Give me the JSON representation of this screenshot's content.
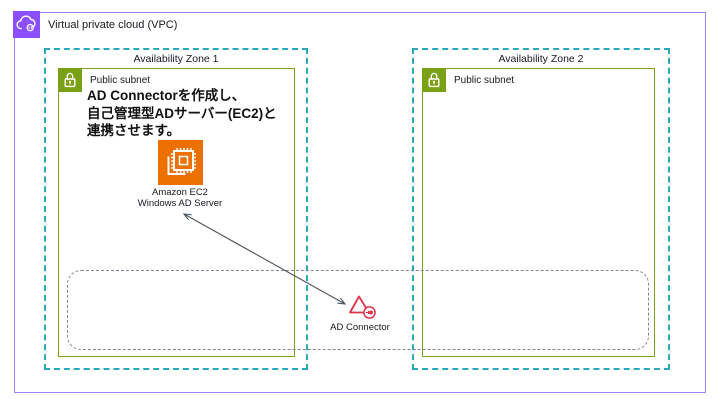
{
  "vpc": {
    "label": "Virtual private cloud (VPC)"
  },
  "zones": [
    {
      "label": "Availability Zone 1",
      "subnet_label": "Public subnet"
    },
    {
      "label": "Availability Zone 2",
      "subnet_label": "Public subnet"
    }
  ],
  "annotation": {
    "lines": [
      "AD Connectorを作成し、",
      "自己管理型ADサーバー(EC2)と",
      "連携させます。"
    ]
  },
  "ec2": {
    "name": "Amazon EC2",
    "role": "Windows AD Server"
  },
  "ad_connector": {
    "label": "AD Connector"
  },
  "colors": {
    "vpc_border": "#A285F0",
    "vpc_icon_bg": "#8C4FFF",
    "az_border": "#2AA9BE",
    "subnet_green": "#7AA116",
    "ec2_orange": "#ED7100",
    "connector_red": "#DD344C",
    "arrow_gray": "#4D5560",
    "inner_dashed_gray": "#7D8795"
  }
}
